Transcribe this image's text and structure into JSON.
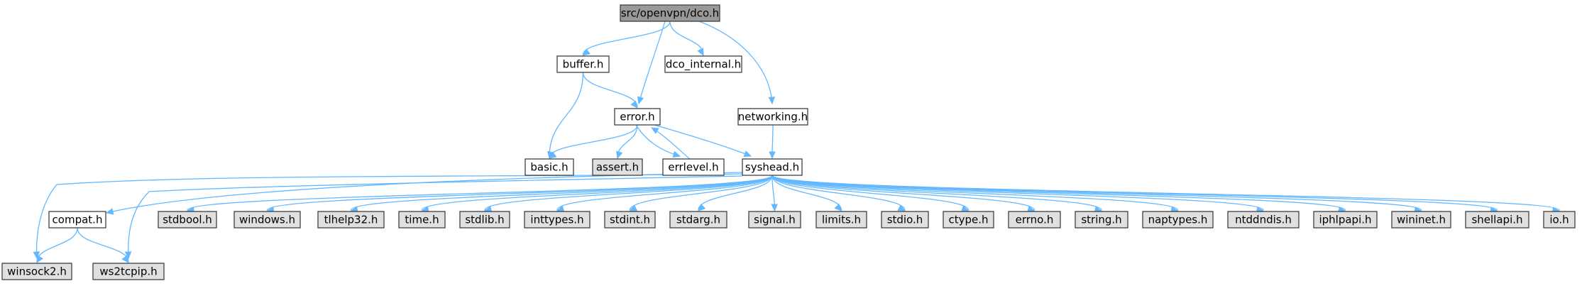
{
  "diagram": {
    "type": "include-dependency-graph",
    "colors": {
      "root_fill": "#999999",
      "documented_fill": "#ffffff",
      "external_fill": "#e0e0e0",
      "border": "#404040",
      "edge": "#63b8ff"
    },
    "nodes": [
      {
        "id": "dco",
        "label": "src/openvpn/dco.h",
        "kind": "root"
      },
      {
        "id": "buffer",
        "label": "buffer.h",
        "kind": "documented"
      },
      {
        "id": "dco_internal",
        "label": "dco_internal.h",
        "kind": "documented"
      },
      {
        "id": "error",
        "label": "error.h",
        "kind": "documented"
      },
      {
        "id": "networking",
        "label": "networking.h",
        "kind": "documented"
      },
      {
        "id": "basic",
        "label": "basic.h",
        "kind": "documented"
      },
      {
        "id": "assert",
        "label": "assert.h",
        "kind": "external"
      },
      {
        "id": "errlevel",
        "label": "errlevel.h",
        "kind": "documented"
      },
      {
        "id": "syshead",
        "label": "syshead.h",
        "kind": "documented"
      },
      {
        "id": "compat",
        "label": "compat.h",
        "kind": "documented"
      },
      {
        "id": "stdbool",
        "label": "stdbool.h",
        "kind": "external"
      },
      {
        "id": "windows",
        "label": "windows.h",
        "kind": "external"
      },
      {
        "id": "tlhelp32",
        "label": "tlhelp32.h",
        "kind": "external"
      },
      {
        "id": "time",
        "label": "time.h",
        "kind": "external"
      },
      {
        "id": "stdlib",
        "label": "stdlib.h",
        "kind": "external"
      },
      {
        "id": "inttypes",
        "label": "inttypes.h",
        "kind": "external"
      },
      {
        "id": "stdint",
        "label": "stdint.h",
        "kind": "external"
      },
      {
        "id": "stdarg",
        "label": "stdarg.h",
        "kind": "external"
      },
      {
        "id": "signal",
        "label": "signal.h",
        "kind": "external"
      },
      {
        "id": "limits",
        "label": "limits.h",
        "kind": "external"
      },
      {
        "id": "stdio",
        "label": "stdio.h",
        "kind": "external"
      },
      {
        "id": "ctype",
        "label": "ctype.h",
        "kind": "external"
      },
      {
        "id": "errno",
        "label": "errno.h",
        "kind": "external"
      },
      {
        "id": "string",
        "label": "string.h",
        "kind": "external"
      },
      {
        "id": "naptypes",
        "label": "naptypes.h",
        "kind": "external"
      },
      {
        "id": "ntddndis",
        "label": "ntddndis.h",
        "kind": "external"
      },
      {
        "id": "iphlpapi",
        "label": "iphlpapi.h",
        "kind": "external"
      },
      {
        "id": "wininet",
        "label": "wininet.h",
        "kind": "external"
      },
      {
        "id": "shellapi",
        "label": "shellapi.h",
        "kind": "external"
      },
      {
        "id": "io",
        "label": "io.h",
        "kind": "external"
      },
      {
        "id": "winsock2",
        "label": "winsock2.h",
        "kind": "external"
      },
      {
        "id": "ws2tcpip",
        "label": "ws2tcpip.h",
        "kind": "external"
      }
    ],
    "edges": [
      {
        "from": "dco",
        "to": "buffer"
      },
      {
        "from": "dco",
        "to": "error"
      },
      {
        "from": "dco",
        "to": "dco_internal"
      },
      {
        "from": "dco",
        "to": "networking"
      },
      {
        "from": "buffer",
        "to": "error"
      },
      {
        "from": "buffer",
        "to": "basic"
      },
      {
        "from": "error",
        "to": "basic"
      },
      {
        "from": "error",
        "to": "assert"
      },
      {
        "from": "error",
        "to": "errlevel"
      },
      {
        "from": "error",
        "to": "syshead"
      },
      {
        "from": "errlevel",
        "to": "error"
      },
      {
        "from": "networking",
        "to": "syshead"
      },
      {
        "from": "syshead",
        "to": "compat"
      },
      {
        "from": "syshead",
        "to": "stdbool"
      },
      {
        "from": "syshead",
        "to": "windows"
      },
      {
        "from": "syshead",
        "to": "tlhelp32"
      },
      {
        "from": "syshead",
        "to": "time"
      },
      {
        "from": "syshead",
        "to": "stdlib"
      },
      {
        "from": "syshead",
        "to": "inttypes"
      },
      {
        "from": "syshead",
        "to": "stdint"
      },
      {
        "from": "syshead",
        "to": "stdarg"
      },
      {
        "from": "syshead",
        "to": "signal"
      },
      {
        "from": "syshead",
        "to": "limits"
      },
      {
        "from": "syshead",
        "to": "stdio"
      },
      {
        "from": "syshead",
        "to": "ctype"
      },
      {
        "from": "syshead",
        "to": "errno"
      },
      {
        "from": "syshead",
        "to": "string"
      },
      {
        "from": "syshead",
        "to": "naptypes"
      },
      {
        "from": "syshead",
        "to": "ntddndis"
      },
      {
        "from": "syshead",
        "to": "iphlpapi"
      },
      {
        "from": "syshead",
        "to": "wininet"
      },
      {
        "from": "syshead",
        "to": "shellapi"
      },
      {
        "from": "syshead",
        "to": "io"
      },
      {
        "from": "syshead",
        "to": "winsock2"
      },
      {
        "from": "syshead",
        "to": "ws2tcpip"
      },
      {
        "from": "compat",
        "to": "winsock2"
      },
      {
        "from": "compat",
        "to": "ws2tcpip"
      }
    ]
  }
}
